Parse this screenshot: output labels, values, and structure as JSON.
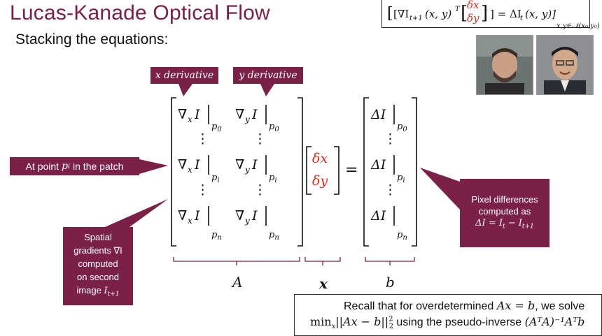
{
  "slide": {
    "title": "Lucas-Kanade Optical Flow",
    "subtitle": "Stacking the equations:"
  },
  "top_equation": {
    "lhs": "[∇I",
    "lhs_sub": "t+1",
    "lhs_args": "(x, y)",
    "lhs_sup": "T",
    "vec_top": "δx",
    "vec_bottom": "δy",
    "rhs": "] = ΔI",
    "rhs_sub": "t",
    "rhs_args": "(x, y)]",
    "domain": "x,y∈𝒩(x₀,y₀)"
  },
  "tags": {
    "x_derivative": "x derivative",
    "y_derivative": "y derivative"
  },
  "callouts": {
    "point": "At point",
    "point_var": "p",
    "point_sub": "i",
    "point_rest": "in the patch",
    "pixel_line1": "Pixel differences",
    "pixel_line2": "computed as",
    "pixel_formula": "ΔI = I",
    "pixel_sub1": "t",
    "pixel_mid": " − I",
    "pixel_sub2": "t+1",
    "spatial_line1": "Spatial",
    "spatial_line2": "gradients ∇I",
    "spatial_line3": "computed",
    "spatial_line4": "on second",
    "spatial_line5": "image",
    "spatial_var": "I",
    "spatial_sub": "t+1"
  },
  "matrix": {
    "gx": "∇",
    "gx_sub": "x",
    "gy": "∇",
    "gy_sub": "y",
    "I": "I",
    "p": "p",
    "sub0": "0",
    "subi": "i",
    "subn": "n",
    "dots": "⋮",
    "vec_top": "δx",
    "vec_bottom": "δy",
    "equals": "=",
    "delta_I": "ΔI"
  },
  "labels": {
    "A": "A",
    "x": "x",
    "b": "b"
  },
  "recall": {
    "line1_pre": "Recall that for overdetermined ",
    "line1_eq": "Ax = b",
    "line1_post": ", we solve",
    "line2_min": "min",
    "line2_min_sub": "x",
    "line2_norm": "||Ax − b||",
    "line2_sup": "2",
    "line2_sub": "2",
    "line2_mid": " using the pseudo-inverse ",
    "line2_pinv": "(AᵀA)⁻¹Aᵀb"
  },
  "colors": {
    "title": "#7a1f47",
    "callout": "#7b2148",
    "accent_red": "#d8301f"
  },
  "icons": [
    "person-photo-left",
    "person-photo-right"
  ]
}
